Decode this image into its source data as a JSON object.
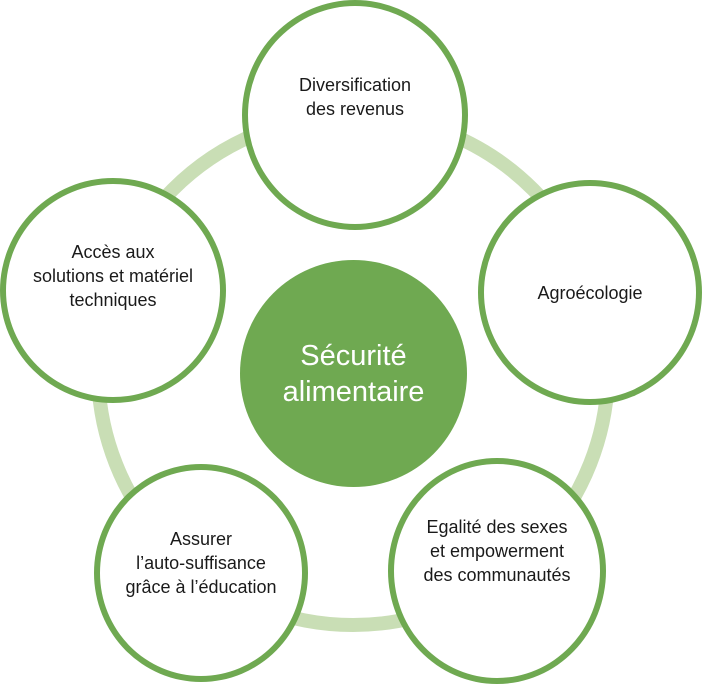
{
  "center": {
    "label": "Sécurité\nalimentaire"
  },
  "nodes": [
    {
      "label": "Diversification\ndes revenus"
    },
    {
      "label": "Agroécologie"
    },
    {
      "label": "Egalité des sexes\net empowerment\ndes communautés"
    },
    {
      "label": "Assurer\nl’auto-suffisance\ngrâce à l’éducation"
    },
    {
      "label": "Accès aux\nsolutions et matériel\ntechniques"
    }
  ],
  "colors": {
    "primary": "#6fa951",
    "ring": "#c9deb5"
  }
}
